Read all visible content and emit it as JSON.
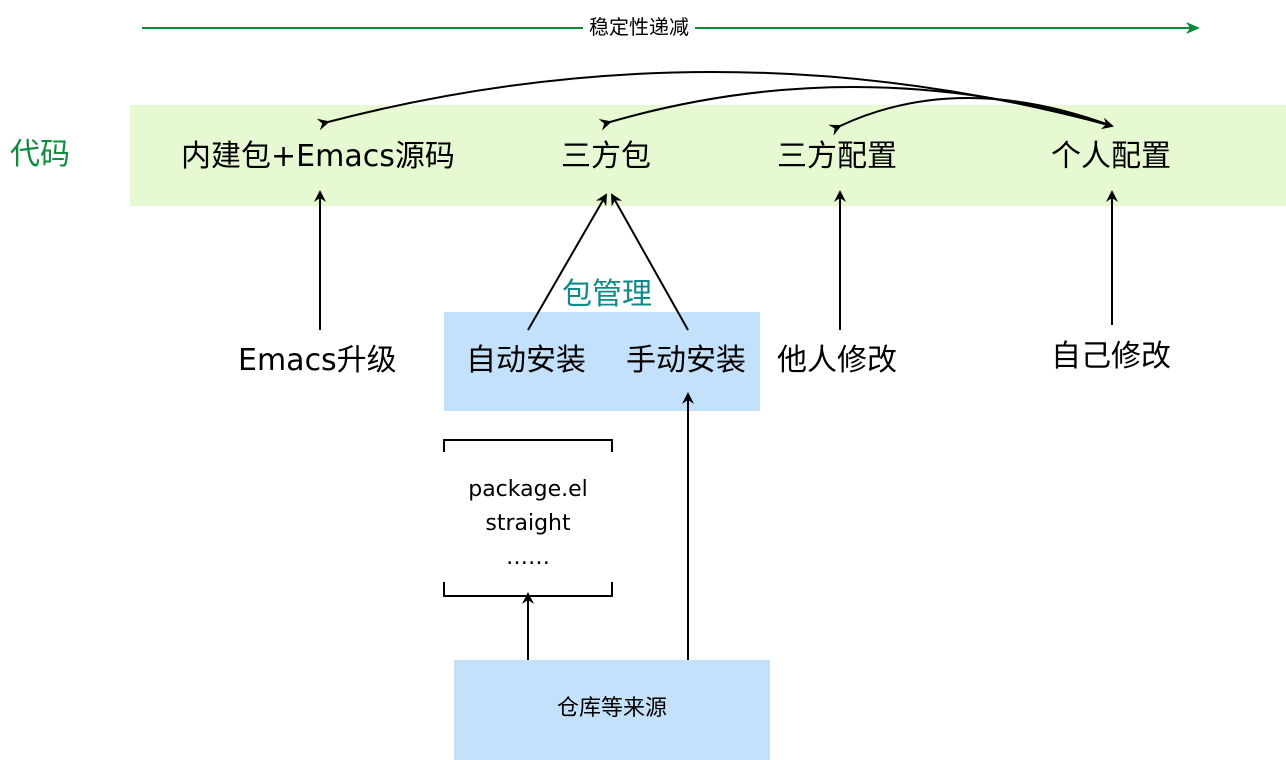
{
  "stability_label": "稳定性递减",
  "code_label": "代码",
  "code_items": [
    "内建包+Emacs源码",
    "三方包",
    "三方配置",
    "个人配置"
  ],
  "package_mgmt_label": "包管理",
  "install_auto": "自动安装",
  "install_manual": "手动安装",
  "emacs_upgrade": "Emacs升级",
  "others_modify": "他人修改",
  "self_modify": "自己修改",
  "tools": [
    "package.el",
    "straight",
    "……"
  ],
  "repo_label": "仓库等来源",
  "colors": {
    "code_band": "#e6f9d2",
    "code_text": "#0d8c3c",
    "pkg_box": "#c4e1fb",
    "pkg_text": "#0f8a8a",
    "stability_arrow": "#0a8a3a"
  }
}
